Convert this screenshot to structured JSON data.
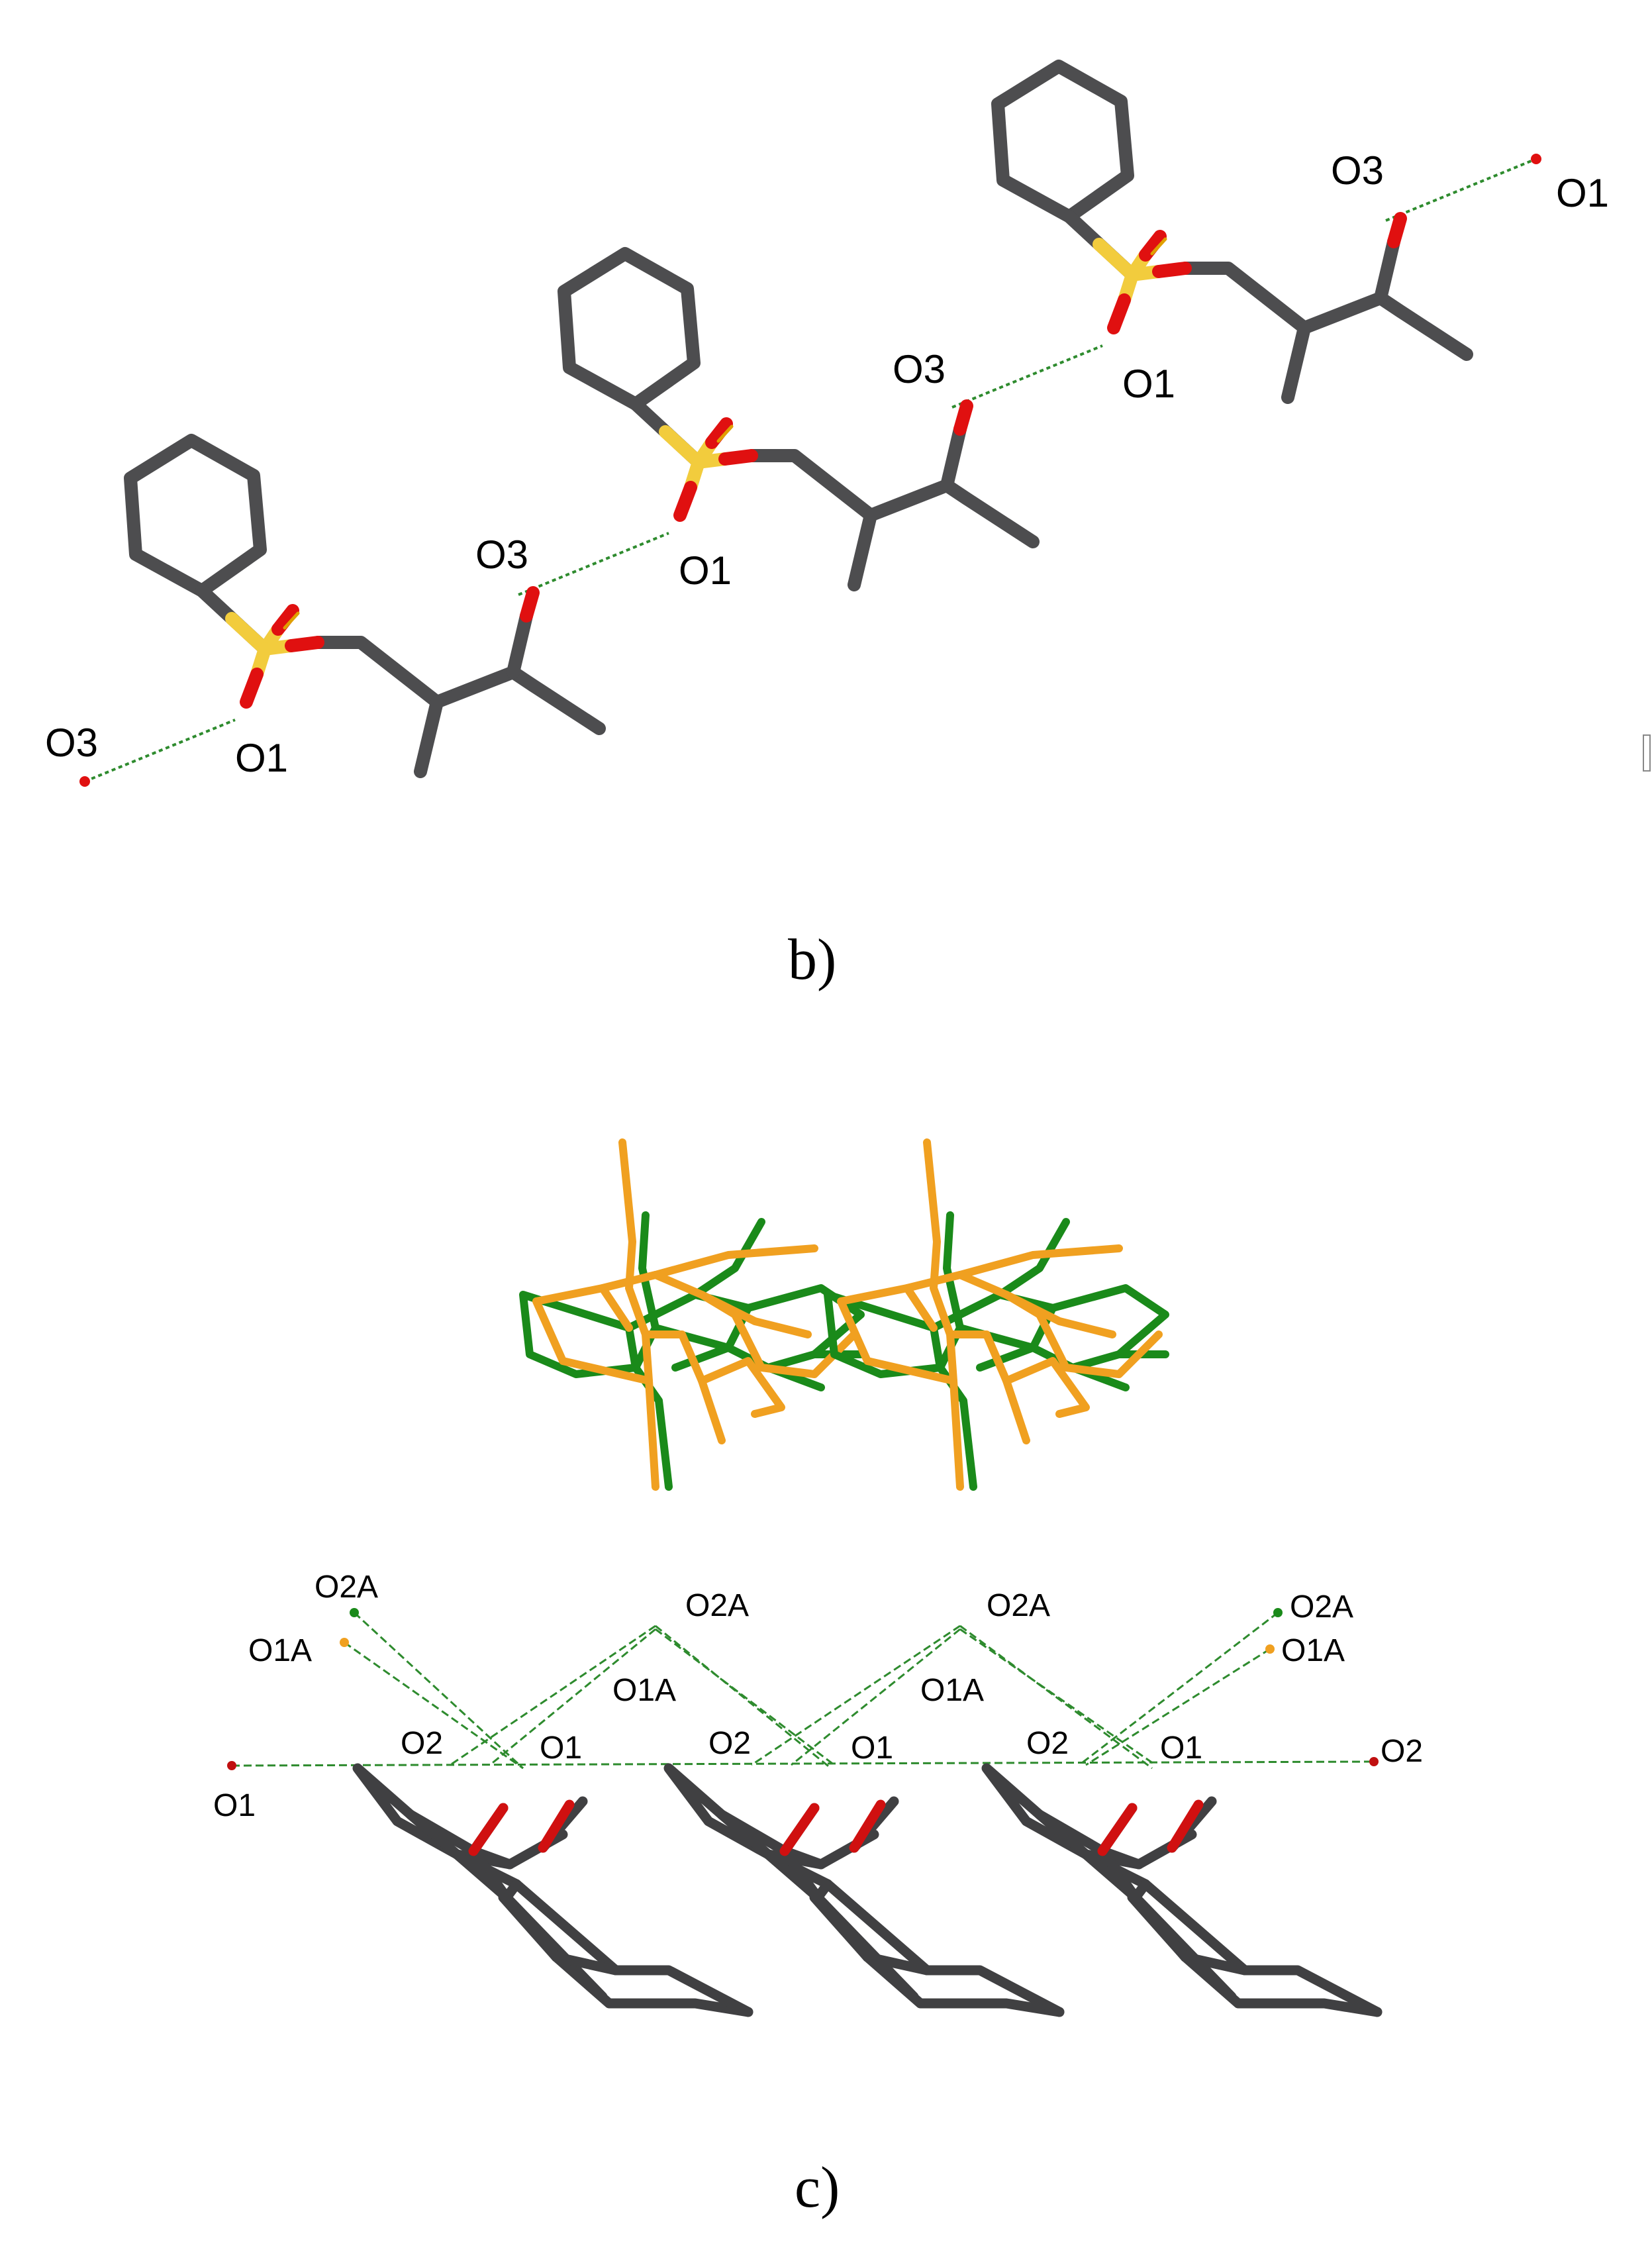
{
  "panels": [
    {
      "caption": "b)",
      "labels": {
        "m1_o3_left": "O3",
        "m1_o1": "O1",
        "m2_o3": "O3",
        "m2_o1": "O1",
        "m3_o3": "O3",
        "m3_o1": "O1",
        "m4_o3": "O3",
        "m4_o1_right": "O1"
      }
    },
    {
      "caption": "c)",
      "labels": {
        "o2a_left": "O2A",
        "o1a_left": "O1A",
        "o1_far_left": "O1",
        "u1_o2": "O2",
        "u1_o1": "O1",
        "top1_o2a": "O2A",
        "top1_o1a": "O1A",
        "u2_o2": "O2",
        "u2_o1": "O1",
        "top2_o2a": "O2A",
        "top2_o1a": "O1A",
        "u3_o2": "O2",
        "u3_o1": "O1",
        "o2a_right": "O2A",
        "o1a_right": "O1A",
        "o2_far_right": "O2"
      }
    }
  ],
  "colors": {
    "carbon": "#4d4d4f",
    "sulfur": "#f2cc3d",
    "oxygen": "#e01010",
    "hbond": "#2e8b2e",
    "green_molecule": "#1a8a1a",
    "orange_molecule": "#f0a020"
  }
}
